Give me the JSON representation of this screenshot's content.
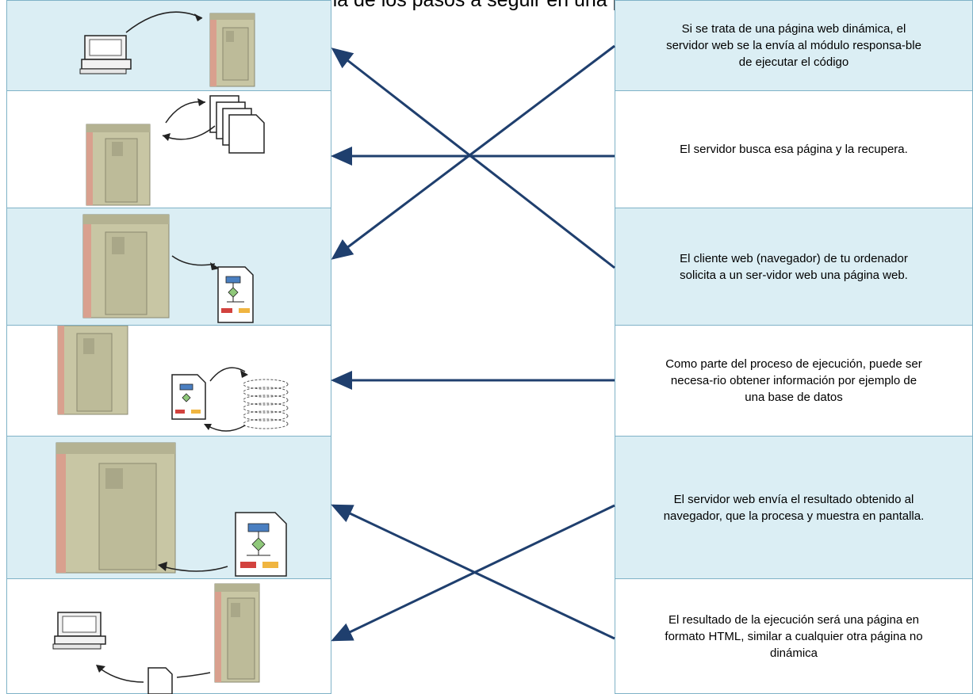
{
  "top_text": "a siguiente se presenta un esquema de los pasos a seguir en una petición de un cliente a un servidor web que",
  "steps": [
    "Si se trata de una página web dinámica, el servidor web se la envía al módulo responsa-ble de ejecutar el código",
    "El servidor busca esa página y la recupera.",
    "El cliente web (navegador) de tu ordenador solicita a un ser-vidor web una página web.",
    "Como parte del proceso de ejecución, puede ser necesa-rio obtener información por ejemplo de una base de datos",
    "El servidor web envía el resultado obtenido al navegador, que la procesa y muestra en pantalla.",
    "El resultado de la ejecución será una página en formato HTML, similar a cualquier otra página no dinámica"
  ],
  "illustrations": [
    "computer-to-server-icon",
    "server-documents-icon",
    "server-flowchart-icon",
    "server-flowchart-database-icon",
    "server-flowchart-return-icon",
    "server-page-to-computer-icon"
  ],
  "colors": {
    "shade": "#dbeef4",
    "border": "#7fb2c7",
    "arrow": "#1f3f6e",
    "server": "#c8c6a4"
  }
}
